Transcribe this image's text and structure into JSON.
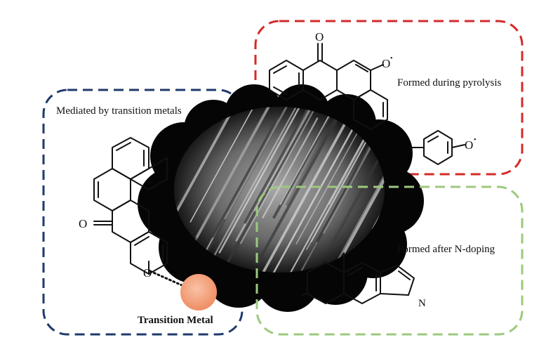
{
  "regions": {
    "left": {
      "label": "Mediated by transition metals",
      "border_color": "#1f3a6b"
    },
    "top": {
      "label": "Formed during pyrolysis",
      "border_color": "#d42a2a"
    },
    "right": {
      "label": "Formed after N-doping",
      "border_color": "#9cc97e"
    }
  },
  "atoms": {
    "oxygen_ketone_left": "O",
    "oxygen_ketone_top": "O",
    "oxygen_radical_top": "O",
    "oxygen_radical_phenoxy": "O",
    "oxygen_link": "O",
    "nitrogen": "N",
    "radical_dot": "•"
  },
  "metal": {
    "label": "Transition Metal",
    "color": "#f3a07c"
  },
  "colors": {
    "biochar": "#050505",
    "sem_light": "#d8d8d8",
    "sem_dark": "#3a3a3a"
  }
}
